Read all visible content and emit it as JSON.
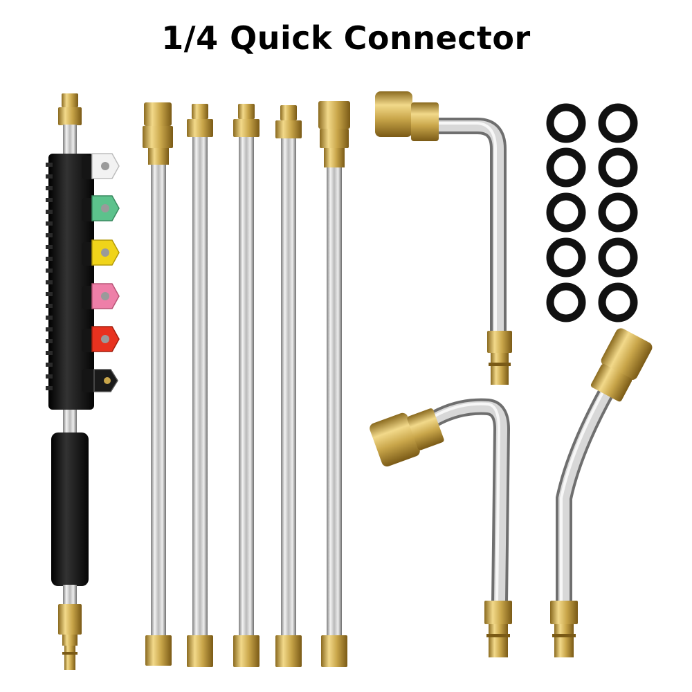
{
  "title": "1/4 Quick Connector",
  "colors": {
    "background": "#ffffff",
    "title_text": "#000000",
    "brass": "#c9a64a",
    "steel": "#c8c8c8",
    "rubber": "#111111"
  },
  "nozzle_tips": [
    {
      "name": "white-nozzle-tip",
      "color": "#f2f2f2"
    },
    {
      "name": "green-nozzle-tip",
      "color": "#5cc28c"
    },
    {
      "name": "yellow-nozzle-tip",
      "color": "#f0d41a"
    },
    {
      "name": "pink-nozzle-tip",
      "color": "#ee7fa8"
    },
    {
      "name": "red-nozzle-tip",
      "color": "#e8321f"
    },
    {
      "name": "black-soap-nozzle-tip",
      "color": "#1a1a1a"
    }
  ],
  "straight_extensions": 5,
  "curved_wands": 3,
  "o_rings": 10
}
